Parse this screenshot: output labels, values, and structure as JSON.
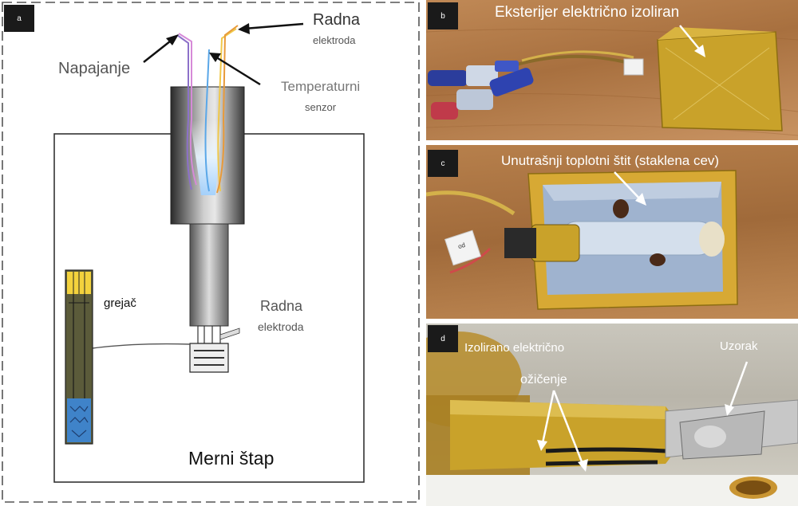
{
  "panels": {
    "a": {
      "tag": "a",
      "labels": {
        "napajanje": "Napajanje",
        "radna_top": "Radna",
        "elektroda_top": "elektroda",
        "temperaturni": "Temperaturni",
        "senzor": "senzor",
        "grejac": "grejač",
        "radna_mid": "Radna",
        "elektroda_mid": "elektroda",
        "merni_stap": "Merni štap"
      }
    },
    "b": {
      "tag": "b",
      "caption": "Eksterijer električno izoliran"
    },
    "c": {
      "tag": "c",
      "caption": "Unutrašnji toplotni štit (staklena cev)",
      "sticker": "od"
    },
    "d": {
      "tag": "d",
      "caption1": "Izolirano električno",
      "caption2": "ožičenje",
      "caption3": "Uzorak"
    }
  },
  "colors": {
    "kapton": "#c9a22a",
    "wood": "#b27a45",
    "metal": "#7a7a7a"
  }
}
